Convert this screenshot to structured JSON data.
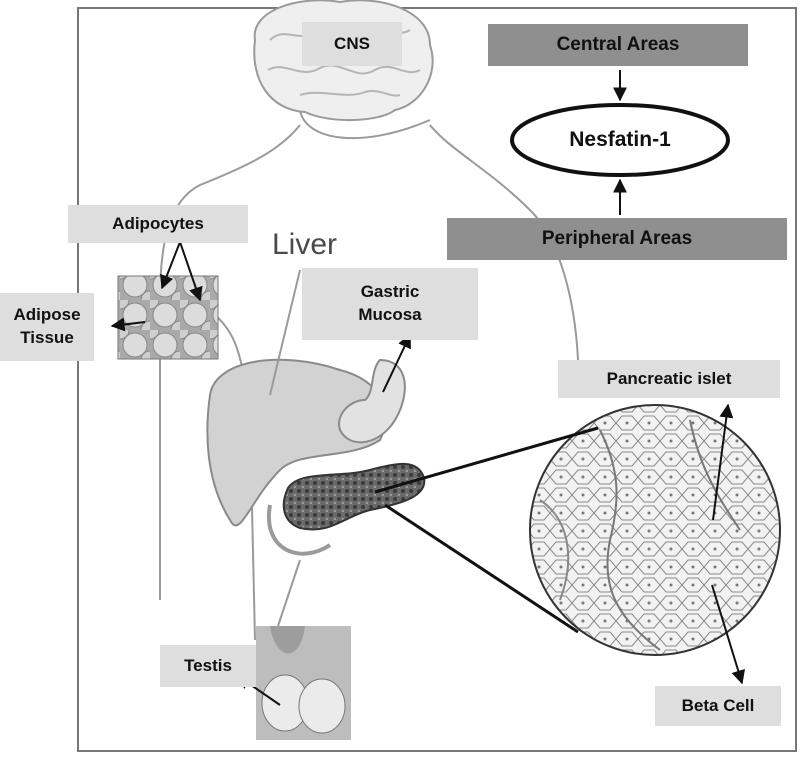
{
  "labels": {
    "cns": "CNS",
    "central_areas": "Central Areas",
    "nesfatin": "Nesfatin-1",
    "peripheral_areas": "Peripheral Areas",
    "adipocytes": "Adipocytes",
    "adipose_line1": "Adipose",
    "adipose_line2": "Tissue",
    "liver": "Liver",
    "gastric_line1": "Gastric",
    "gastric_line2": "Mucosa",
    "pancreatic_islet": "Pancreatic islet",
    "testis": "Testis",
    "beta_cell": "Beta Cell"
  },
  "colors": {
    "label_box": "#dedede",
    "header_box": "#8f8f8f",
    "line": "#111111",
    "body_outline": "#9a9a9a",
    "organ_fill": "#d2d2d2"
  }
}
